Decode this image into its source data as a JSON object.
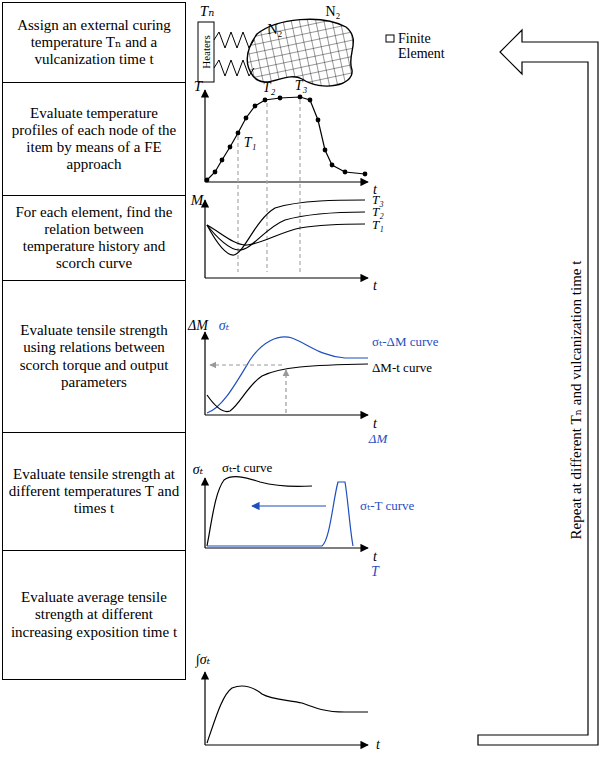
{
  "diagram": {
    "nodes": [
      {
        "text": [
          "Assign an external curing temperature Tₙ and a vulcanization time t"
        ]
      },
      {
        "text": [
          "Evaluate temperature profiles of each node of the item by means of a FE approach"
        ]
      },
      {
        "text": [
          "For each element, find the relation between temperature history and scorch curve"
        ]
      },
      {
        "text": [
          "Evaluate tensile strength using relations between scorch torque and output parameters"
        ]
      },
      {
        "text": [
          "Evaluate tensile strength at different temperatures T and times t"
        ]
      },
      {
        "text": [
          "Evaluate average tensile strength at different increasing exposition time t"
        ]
      }
    ],
    "labels": [
      "Tₙ",
      "Heaters",
      "N₂",
      "N₂",
      "Finite Element",
      "T",
      "T₁",
      "T₂",
      "T₃",
      "t",
      "M",
      "T₃",
      "T₂",
      "T₁",
      "t",
      "ΔM",
      "σₜ",
      "σₜ-ΔM curve",
      "ΔM-t curve",
      "t",
      "ΔM",
      "σₜ",
      "σₜ-t curve",
      "σₜ-T curve",
      "t",
      "T",
      "∫σₜ",
      "t",
      "Repeat at different Tₙ and vulcanization time t"
    ]
  }
}
